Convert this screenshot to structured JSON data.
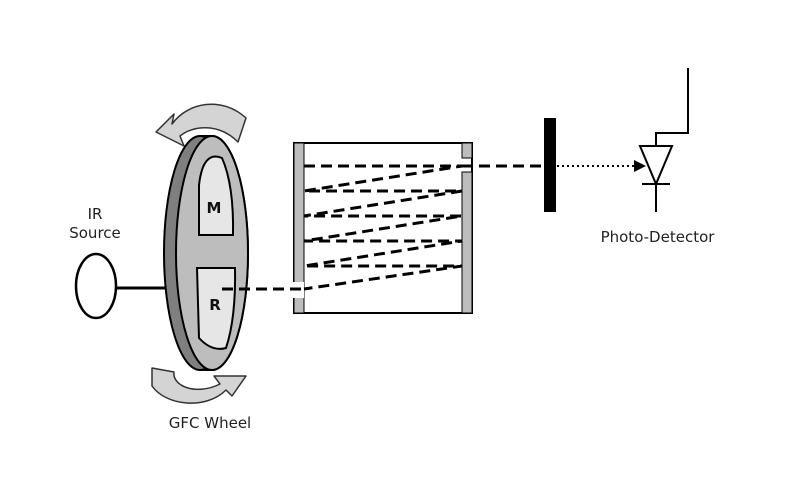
{
  "labels": {
    "ir_source_line1": "IR",
    "ir_source_line2": "Source",
    "gfc_wheel": "GFC Wheel",
    "photo_detector": "Photo-Detector",
    "segment_m": "M",
    "segment_r": "R"
  },
  "colors": {
    "wheel_dark": "#7f7f7f",
    "wheel_light": "#bdbdbd",
    "window_fill": "#e6e6e6",
    "line": "#000000",
    "arrow_fill": "#d4d4d4"
  }
}
